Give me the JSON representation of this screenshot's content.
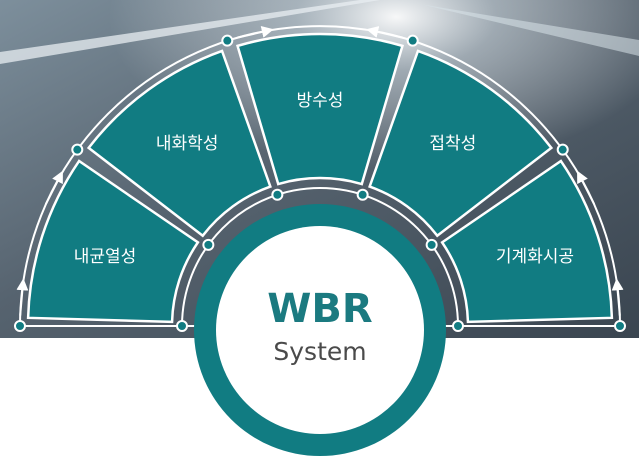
{
  "colors": {
    "teal": "#117c82",
    "teal_dark": "#0d6b71",
    "ring_white": "#ffffff",
    "road_dark": "#3e4a55",
    "road_light": "#8fa1ad",
    "title_color": "#1b7a80",
    "subtitle_color": "#4a4a4a"
  },
  "core": {
    "title": "WBR",
    "subtitle": "System"
  },
  "segments": [
    {
      "label": "내균열성",
      "icon": "segment-left"
    },
    {
      "label": "내화학성",
      "icon": "segment-upper-left"
    },
    {
      "label": "방수성",
      "icon": "segment-top"
    },
    {
      "label": "접착성",
      "icon": "segment-upper-right"
    },
    {
      "label": "기계화시공",
      "icon": "segment-right"
    }
  ]
}
